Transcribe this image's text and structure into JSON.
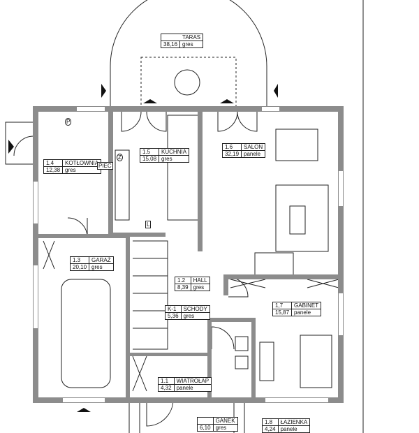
{
  "rooms": [
    {
      "id": "taras",
      "no": "",
      "name": "TARAS",
      "area": "38,16",
      "floor": "gres"
    },
    {
      "id": "kotlownia",
      "no": "1.4",
      "name": "KOTŁOWNIA",
      "area": "12,38",
      "floor": "gres"
    },
    {
      "id": "kuchnia",
      "no": "1.5",
      "name": "KUCHNIA",
      "area": "15,08",
      "floor": "gres"
    },
    {
      "id": "salon",
      "no": "1.6",
      "name": "SALON",
      "area": "32,19",
      "floor": "panele"
    },
    {
      "id": "garaz",
      "no": "1.3",
      "name": "GARAŻ",
      "area": "20,10",
      "floor": "gres"
    },
    {
      "id": "hall",
      "no": "1.2",
      "name": "HALL",
      "area": "8,39",
      "floor": "gres"
    },
    {
      "id": "schody",
      "no": "K-1",
      "name": "SCHODY",
      "area": "5,36",
      "floor": "gres"
    },
    {
      "id": "gabinet",
      "no": "1,7",
      "name": "GABINET",
      "area": "15,87",
      "floor": "panele"
    },
    {
      "id": "wiatrolap",
      "no": "1.1",
      "name": "WIATROŁAP",
      "area": "4,32",
      "floor": "panele"
    },
    {
      "id": "ganek",
      "no": "",
      "name": "GANEK",
      "area": "6,10",
      "floor": "gres"
    },
    {
      "id": "lazienka",
      "no": "1.8",
      "name": "ŁAZIENKA",
      "area": "4,24",
      "floor": "panele"
    }
  ],
  "fixtures": {
    "piec": "PIEC",
    "l": "L",
    "z": "Z",
    "p": "P"
  },
  "colors": {
    "wall": "#8c8c8c",
    "line": "#222222"
  }
}
